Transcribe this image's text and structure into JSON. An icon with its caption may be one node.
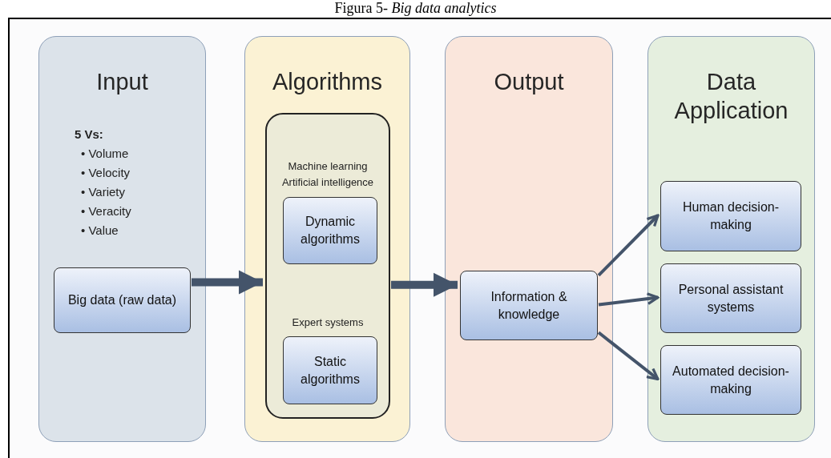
{
  "diagram": {
    "title": "Figura 5- *Big data analytics*",
    "nodes": [
      {
        "text": [
          "Input",
          "5 Vs:",
          "• Volume",
          "• Velocity",
          "• Variety",
          "• Veracity",
          "• Value"
        ]
      },
      {
        "text": [
          "Big data  (raw data)"
        ],
        "in": 0
      },
      {
        "text": [
          "Algorithms"
        ]
      },
      {
        "text": [
          "Machine learning Artificial intelligence",
          "Expert systems"
        ],
        "in": 2
      },
      {
        "text": [
          "Dynamic algorithms"
        ],
        "in": 3
      },
      {
        "text": [
          "Static algorithms"
        ],
        "in": 3
      },
      {
        "text": [
          "Output"
        ]
      },
      {
        "text": [
          "Information & knowledge"
        ],
        "in": 6
      },
      {
        "text": [
          "Data Application"
        ]
      },
      {
        "text": [
          "Human decision-making"
        ],
        "in": 8
      },
      {
        "text": [
          "Personal assistant systems"
        ],
        "in": 8
      },
      {
        "text": [
          "Automated decision-making"
        ],
        "in": 8
      }
    ],
    "edges": [
      {
        "from": 1,
        "to": 3,
        "arrow": "to",
        "style": "thick"
      },
      {
        "from": 3,
        "to": 7,
        "arrow": "to",
        "style": "thick"
      },
      {
        "from": 7,
        "to": 9,
        "arrow": "to"
      },
      {
        "from": 7,
        "to": 10,
        "arrow": "to"
      },
      {
        "from": 7,
        "to": 11,
        "arrow": "to"
      }
    ]
  }
}
